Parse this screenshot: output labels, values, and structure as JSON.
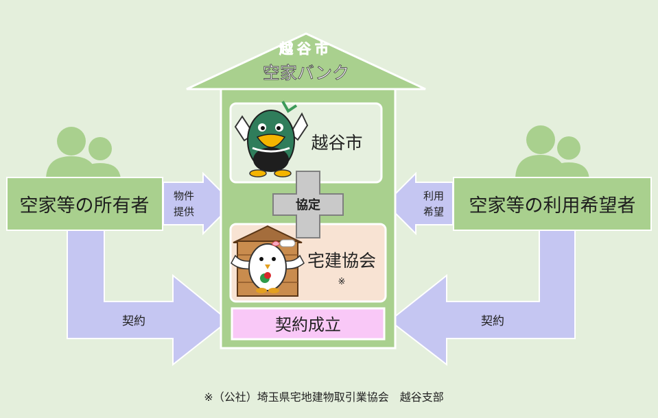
{
  "house": {
    "city_title": "越谷市",
    "bank_title": "空家バンク"
  },
  "participants": {
    "city": "越谷市",
    "realtor_assoc": "宅建協会",
    "realtor_mark": "※",
    "agreement": "協定",
    "contract_established": "契約成立"
  },
  "owner": {
    "label": "空家等の所有者",
    "offer_line1": "物件",
    "offer_line2": "提供",
    "contract": "契約"
  },
  "user": {
    "label": "空家等の利用希望者",
    "wish_line1": "利用",
    "wish_line2": "希望",
    "contract": "契約"
  },
  "footnote": "※（公社）埼玉県宅地建物取引業協会　越谷支部",
  "colors": {
    "background": "#e4efdc",
    "house_green": "#a9d08e",
    "house_border": "#ffffff",
    "city_title_green": "#3d8a2f",
    "box_green_border": "#8cbf6e",
    "arrow_purple": "#c5c6f2",
    "cross_gray": "#c9c9c9",
    "cross_border": "#7f7f7f",
    "realtor_panel": "#f8e3d3",
    "contract_pink": "#f9c8f7",
    "people_green": "#a9d08e"
  }
}
